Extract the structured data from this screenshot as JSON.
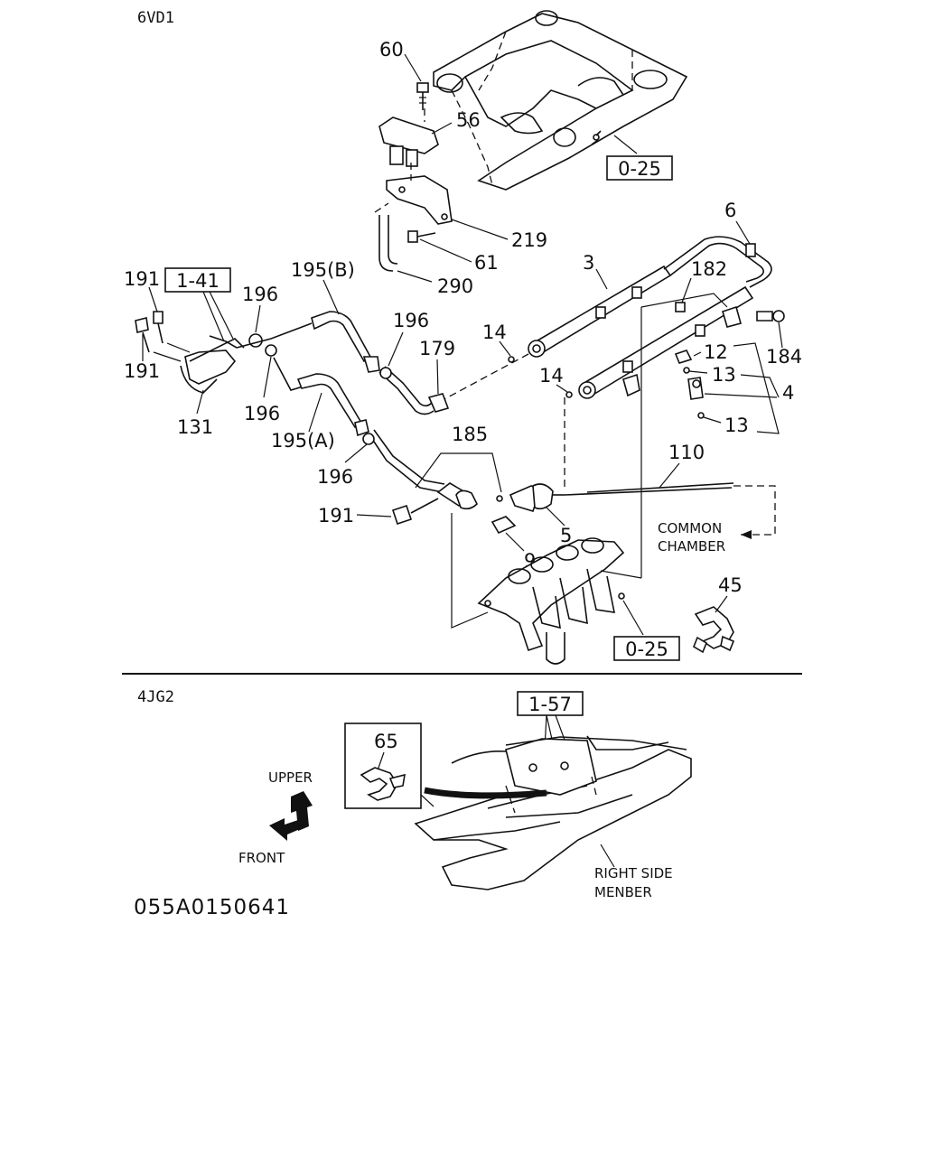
{
  "sections": {
    "upper_engine": "6VD1",
    "lower_engine": "4JG2"
  },
  "refs": {
    "r1": "0-25",
    "r2": "0-25",
    "r3": "1-41",
    "r4": "1-57"
  },
  "callouts": {
    "c60": "60",
    "c56": "56",
    "c219": "219",
    "c61": "61",
    "c290": "290",
    "c6": "6",
    "c3": "3",
    "c182": "182",
    "c184": "184",
    "c12": "12",
    "c13a": "13",
    "c13b": "13",
    "c4": "4",
    "c14a": "14",
    "c14b": "14",
    "c191a": "191",
    "c191b": "191",
    "c191c": "191",
    "c196a": "196",
    "c196b": "196",
    "c196c": "196",
    "c196d": "196",
    "c195b": "195(B)",
    "c195a": "195(A)",
    "c179": "179",
    "c131": "131",
    "c185": "185",
    "c110": "110",
    "c5": "5",
    "c9": "9",
    "c45": "45",
    "c65": "65"
  },
  "notes": {
    "common_1": "COMMON",
    "common_2": "CHAMBER",
    "upper": "UPPER",
    "front": "FRONT",
    "rsm_1": "RIGHT SIDE",
    "rsm_2": "MENBER"
  },
  "drawing_code": "055A0150641"
}
